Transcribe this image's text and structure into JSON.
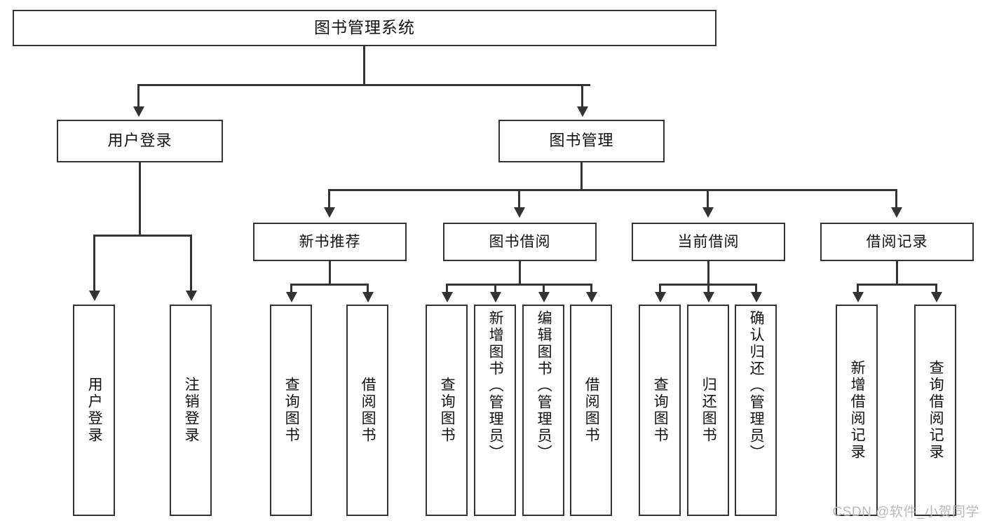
{
  "diagram": {
    "type": "tree-hierarchy",
    "title": "图书管理系统",
    "background_color": "#ffffff",
    "line_color": "#333333",
    "text_color": "#111111"
  },
  "root": {
    "label": "图书管理系统"
  },
  "level2": [
    {
      "label": "用户登录"
    },
    {
      "label": "图书管理"
    }
  ],
  "level3": [
    {
      "label": "新书推荐"
    },
    {
      "label": "图书借阅"
    },
    {
      "label": "当前借阅"
    },
    {
      "label": "借阅记录"
    }
  ],
  "leaves": {
    "user_login": [
      {
        "label": "用户登录"
      },
      {
        "label": "注销登录"
      }
    ],
    "new_book_recommend": [
      {
        "label": "查询图书"
      },
      {
        "label": "借阅图书"
      }
    ],
    "book_borrow": [
      {
        "label": "查询图书"
      },
      {
        "label": "新增图书（管理员）"
      },
      {
        "label": "编辑图书（管理员）"
      },
      {
        "label": "借阅图书"
      }
    ],
    "current_borrow": [
      {
        "label": "查询图书"
      },
      {
        "label": "归还图书"
      },
      {
        "label": "确认归还（管理员）"
      }
    ],
    "borrow_record": [
      {
        "label": "新增借阅记录"
      },
      {
        "label": "查询借阅记录"
      }
    ]
  },
  "watermark": {
    "text": "CSDN @软件_小贺同学"
  }
}
